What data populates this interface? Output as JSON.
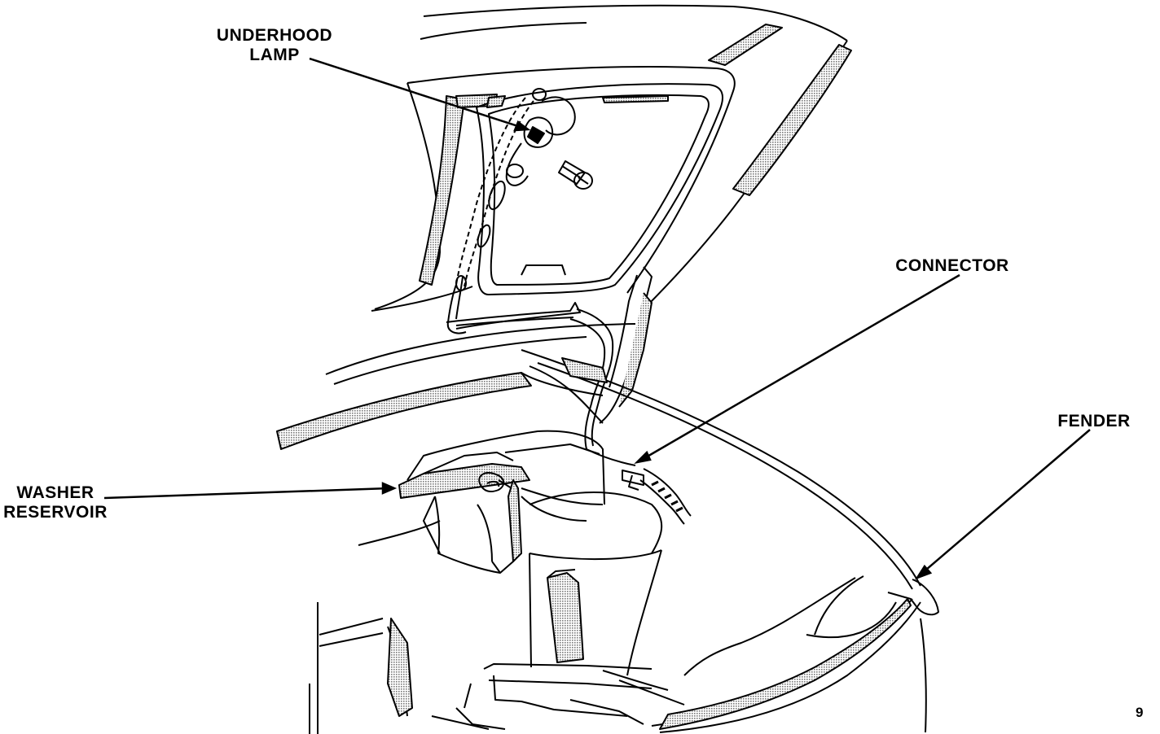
{
  "labels": {
    "underhood_lamp": [
      "UNDERHOOD",
      "LAMP"
    ],
    "connector": "CONNECTOR",
    "fender": "FENDER",
    "washer_reservoir": [
      "WASHER",
      "RESERVOIR"
    ],
    "figure_number": "9"
  },
  "colors": {
    "line": "#000000",
    "background": "#ffffff",
    "hatch": "#9a9a9a"
  }
}
